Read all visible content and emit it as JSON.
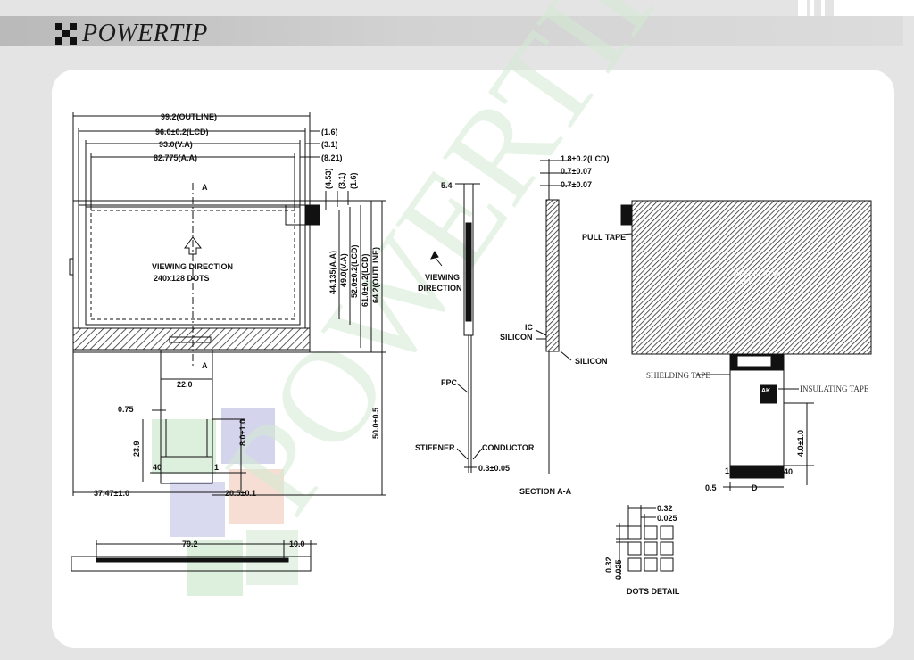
{
  "brand": {
    "name": "POWERTIP"
  },
  "watermark": "POWERTIP",
  "front_view": {
    "dims": {
      "outline_w": "99.2(OUTLINE)",
      "lcd_w": "96.0±0.2(LCD)",
      "va_w": "93.0(V.A)",
      "aa_w": "82.775(A.A)",
      "r16": "(1.6)",
      "r31": "(3.1)",
      "r821": "(8.21)",
      "v453": "(4.53)",
      "v31": "(3.1)",
      "v16": "(1.6)",
      "aa_h": "44.135(A.A)",
      "va_h": "49.0(V.A)",
      "lcd_h": "52.0±0.2(LCD)",
      "lcd_h2": "61.0±0.2(LCD)",
      "outline_h": "64.2(OUTLINE)",
      "total_h": "50.0±0.5",
      "fpc_w": "22.0",
      "pitch": "0.75",
      "d239": "23.9",
      "d80": "8.0±1.0",
      "pin40": "40",
      "pin1": "1",
      "left_off": "37.47±1.0",
      "pin_off": "20.5±0.1"
    },
    "section_a": "A",
    "viewing": "VIEWING DIRECTION",
    "dots": "240x128 DOTS"
  },
  "bottom_view": {
    "d792": "79.2",
    "d100": "10.0"
  },
  "section": {
    "t54": "5.4",
    "t18": "1.8±0.2(LCD)",
    "t07a": "0.7±0.07",
    "t07b": "0.7±0.07",
    "viewing1": "VIEWING",
    "viewing2": "DIRECTION",
    "fpc": "FPC",
    "ic": "IC",
    "silicon1": "SILICON",
    "silicon2": "SILICON",
    "stifener": "STIFENER",
    "conductor": "CONDUCTOR",
    "t03": "0.3±0.05",
    "title": "SECTION A-A"
  },
  "back_view": {
    "pull_tape": "PULL TAPE",
    "reflector1": "REFLECTOR",
    "reflector2": "TAPE",
    "shielding": "SHIELDING TAPE",
    "insulating": "INSULATING TAPE",
    "ak": "AK",
    "d40": "4.0±1.0",
    "pin1": "1",
    "pin40": "40",
    "d05": "0.5",
    "dd": "D"
  },
  "dots_detail": {
    "d032": "0.32",
    "d025": "0.025",
    "v032": "0.32",
    "v025": "0.025",
    "title": "DOTS DETAIL"
  },
  "colors": {
    "line": "#111111",
    "hatch": "#333333",
    "watermark_green": "#cfe8cf",
    "watermark_purple": "#9f9fd6",
    "watermark_peach": "#f2c8b8"
  }
}
